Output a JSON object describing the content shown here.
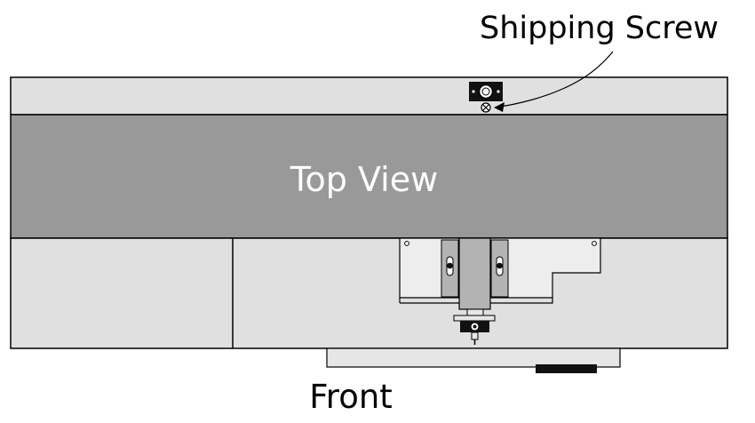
{
  "labels": {
    "callout": "Shipping Screw",
    "top_view": "Top View",
    "front": "Front"
  },
  "colors": {
    "panel_light": "#e0e0e0",
    "panel_dark": "#999999",
    "stroke": "#000000",
    "background": "#ffffff"
  }
}
